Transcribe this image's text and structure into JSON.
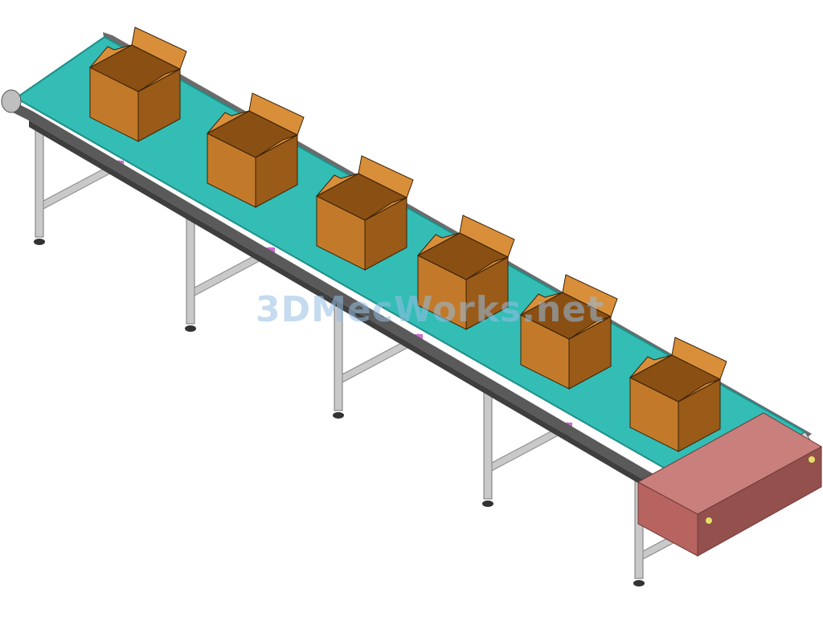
{
  "watermark": {
    "text": "3DMecWorks.net"
  },
  "colors": {
    "belt": "#33bdb5",
    "belt_edge": "#1e8f89",
    "frame": "#5a5a5a",
    "leg": "#c9c9c9",
    "box_front": "#c27a2a",
    "box_side": "#9a5a18",
    "box_top": "#d98f3a",
    "motor_box": "#b76461",
    "bracket": "#c76ad0",
    "clip": "#e5e068"
  },
  "scene": {
    "objects": [
      "conveyor-belt",
      "support-legs",
      "drive-motor-housing",
      "cardboard-boxes"
    ],
    "box_count": 6,
    "leg_pairs": 5
  }
}
